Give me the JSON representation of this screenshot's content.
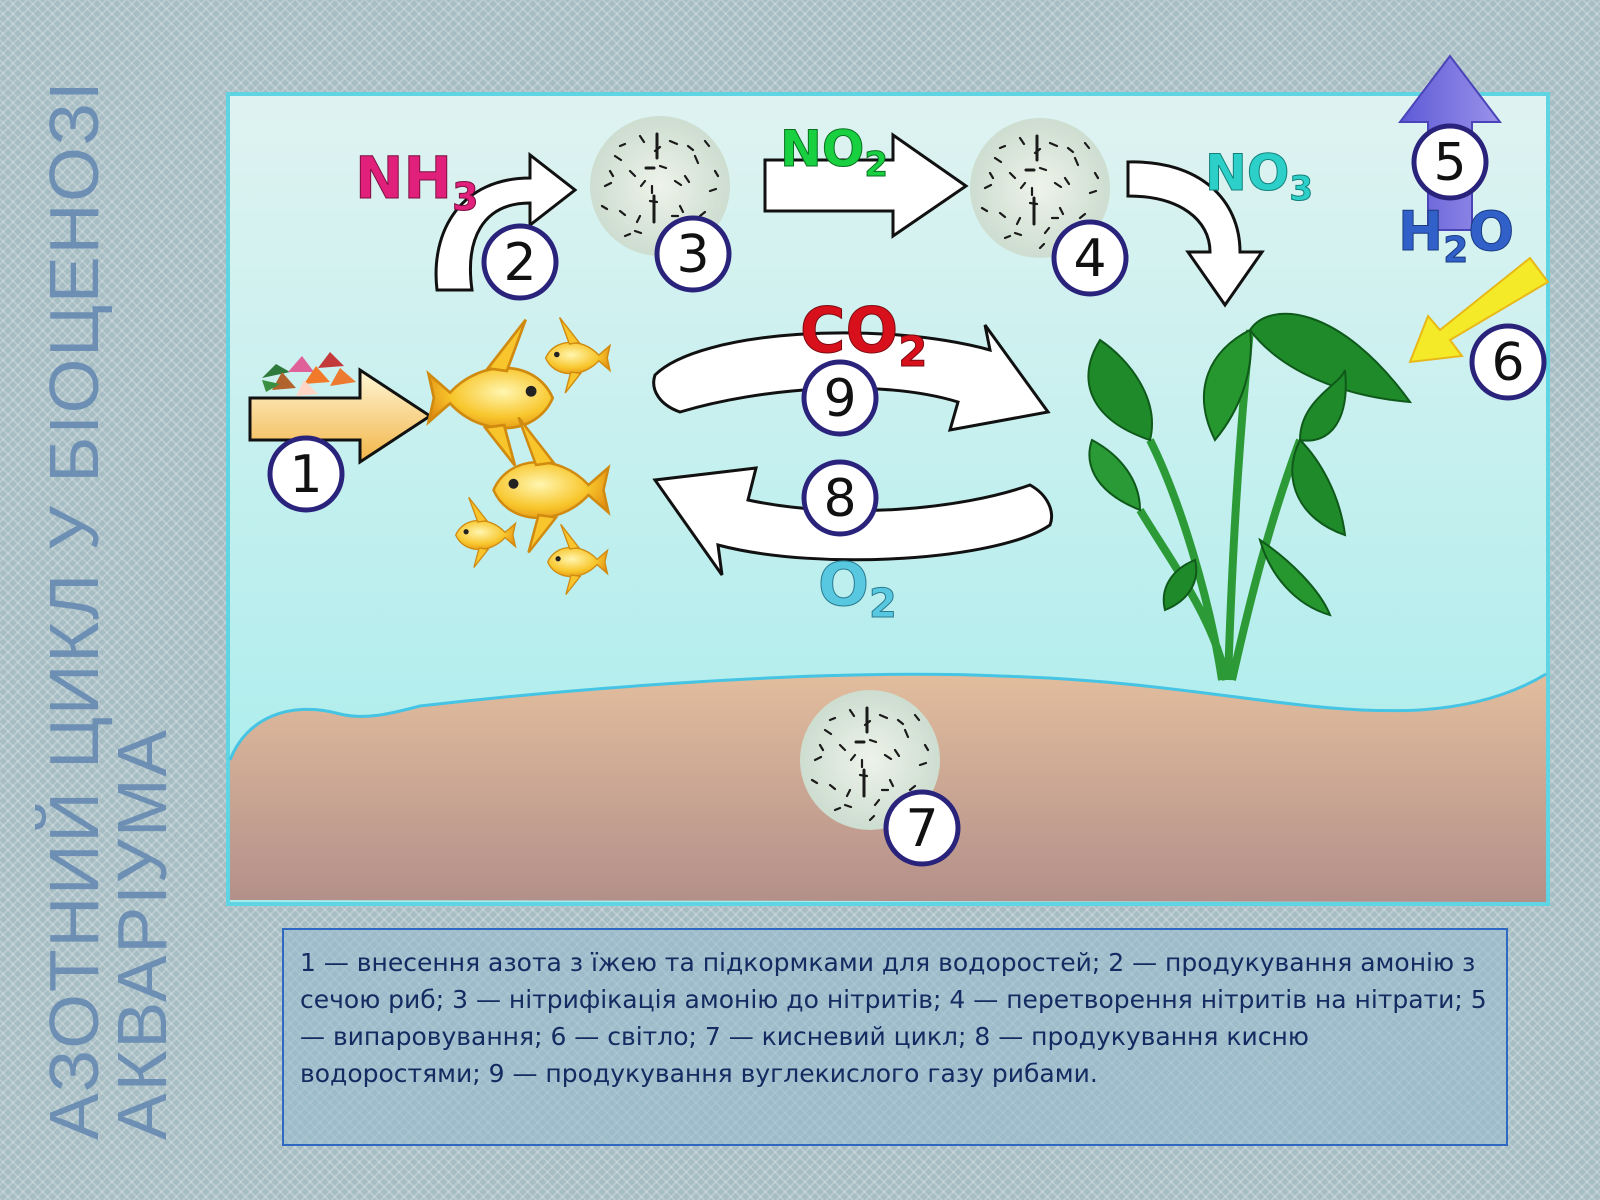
{
  "title": {
    "line1": "АЗОТНИЙ ЦИКЛ У БІОЦЕНОЗІ",
    "line2": "АКВАРІУМА"
  },
  "colors": {
    "title": "#6d8fb4",
    "water_top": "#dff3f1",
    "water_bottom": "#a5ecec",
    "sand_top": "#e2bd9d",
    "sand_bottom": "#b38f8a",
    "nh3": "#e0207a",
    "no2": "#18d040",
    "no3": "#2cd0c8",
    "co2": "#d8101c",
    "o2": "#58c8e0",
    "h2o": "#3060c8",
    "evaporation_arrow": "#7e74d8",
    "light_arrow": "#f4ea28",
    "plant": "#1f8a2a",
    "fish": "#f6c12a",
    "number_ring": "#2a237c"
  },
  "labels": {
    "nh3": {
      "base": "NH",
      "sub": "3"
    },
    "no2": {
      "base": "NO",
      "sub": "2"
    },
    "no3": {
      "base": "NO",
      "sub": "3"
    },
    "co2": {
      "base": "CO",
      "sub": "2"
    },
    "o2": {
      "base": "O",
      "sub": "2"
    },
    "h2o": {
      "base1": "H",
      "sub": "2",
      "base2": "O"
    }
  },
  "numbers": [
    "1",
    "2",
    "3",
    "4",
    "5",
    "6",
    "7",
    "8",
    "9"
  ],
  "icons": {
    "food": "food-pile-icon",
    "fish": "goldfish-icon",
    "bacteria": "bacteria-colony-icon",
    "plant": "aquatic-plant-icon"
  },
  "caption": "1 — внесення азота з їжею та підкормками для водоростей; 2 — продукування амонію з сечою риб; 3 — нітрифікація амонію до нітритів; 4 — перетворення нітритів на нітрати; 5 — випаровування; 6 — світло; 7 — кисневий цикл; 8 — продукування кисню водоростями; 9 — продукування вуглекислого газу рибами."
}
